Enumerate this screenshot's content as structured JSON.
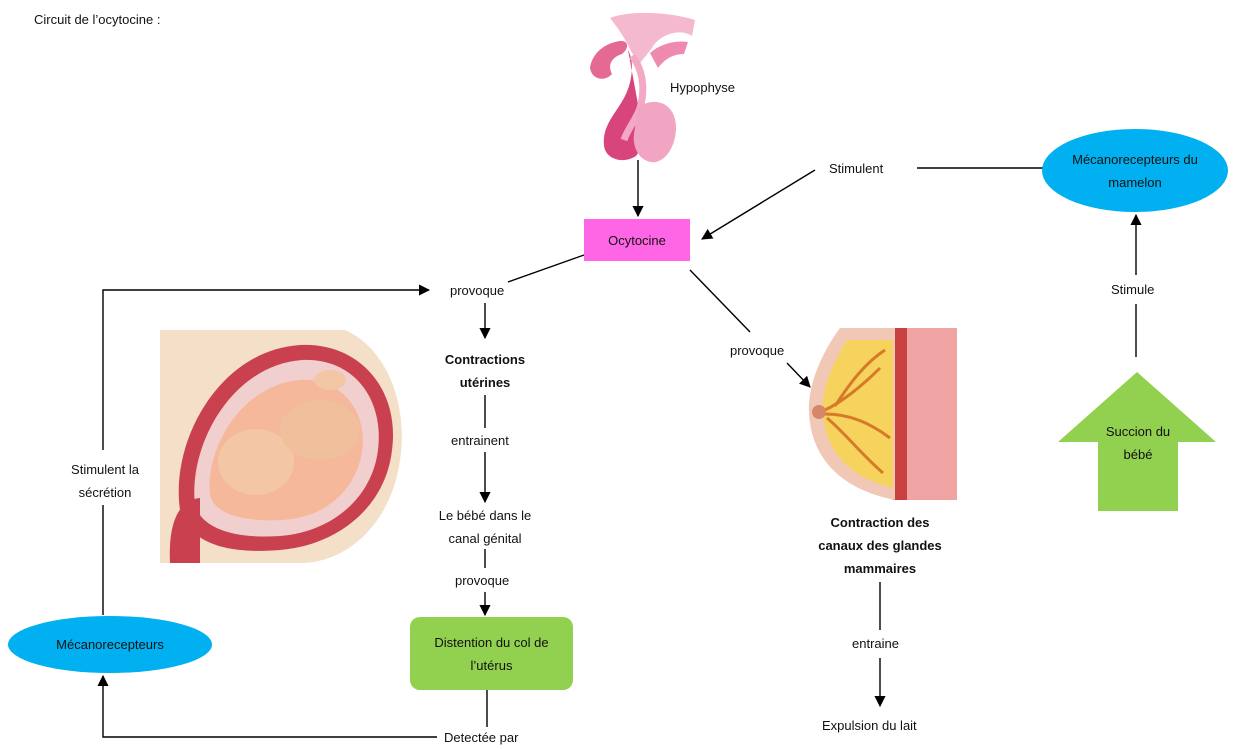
{
  "title": "Circuit de l’ocytocine :",
  "colors": {
    "hormone_box": "#ff66e6",
    "ellipse": "#00b0f0",
    "green_box": "#92d050",
    "arrow": "#000000"
  },
  "nodes": {
    "hypophyse": "Hypophyse",
    "ocytocine": "Ocytocine",
    "stimulent_top": "Stimulent",
    "meca_mamelon": [
      "Mécanorecepteurs du",
      "mamelon"
    ],
    "stimule": "Stimule",
    "succion": [
      "Succion du",
      "bébé"
    ],
    "provoque_left": "provoque",
    "contractions": [
      "Contractions",
      "utérines"
    ],
    "entrainent": "entrainent",
    "bebe_canal": [
      "Le bébé dans le",
      "canal génital"
    ],
    "provoque_mid": "provoque",
    "distention": [
      "Distention du col de",
      "l’utérus"
    ],
    "detectee": "Detectée par",
    "mecanorecepteurs": "Mécanorecepteurs",
    "stimulent_secretion": [
      "Stimulent la",
      "sécrétion"
    ],
    "provoque_right": "provoque",
    "contraction_canaux": [
      "Contraction des",
      "canaux des glandes",
      "mammaires"
    ],
    "entraine": "entraine",
    "expulsion": "Expulsion du lait"
  },
  "illustrations": {
    "pituitary": "pituitary-gland-illustration",
    "fetus": "fetus-in-uterus-illustration",
    "breast": "mammary-gland-illustration"
  }
}
